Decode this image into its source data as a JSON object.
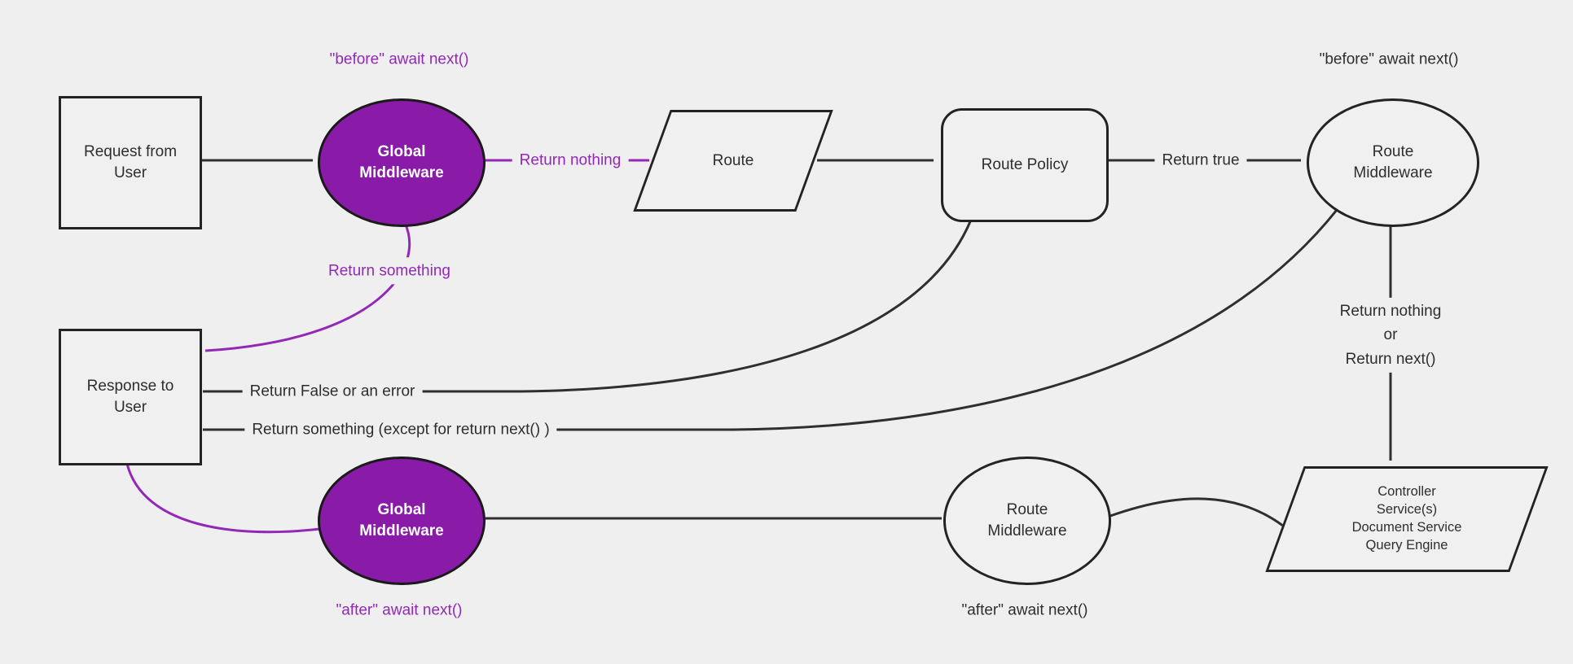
{
  "diagram": {
    "colors": {
      "background": "#efefef",
      "node_fill": "#f0f0f0",
      "node_border": "#232323",
      "edge_dark": "#2f2f2f",
      "purple_node_fill": "#8a1aa8",
      "purple_accent": "#9328b8",
      "purple_node_text": "#ffffff",
      "text": "#2e2e2e"
    },
    "nodes": {
      "request": {
        "label": "Request from User"
      },
      "global_middleware_top": {
        "label": "Global Middleware"
      },
      "route": {
        "label": "Route"
      },
      "route_policy": {
        "label": "Route Policy"
      },
      "route_middleware_top": {
        "label": "Route Middleware"
      },
      "controller": {
        "label": "Controller\nService(s)\nDocument Service\nQuery Engine"
      },
      "route_middleware_bottom": {
        "label": "Route Middleware"
      },
      "global_middleware_bottom": {
        "label": "Global Middleware"
      },
      "response": {
        "label": "Response to User"
      }
    },
    "edge_labels": {
      "before_await_next_left": "\"before\" await next()",
      "before_await_next_right": "\"before\" await next()",
      "return_nothing": "Return nothing",
      "return_true": "Return true",
      "return_nothing_or_next": "Return nothing\nor\nReturn next()",
      "return_something": "Return something",
      "return_false_or_error": "Return False or an error",
      "return_something_except": "Return something (except for return next() )",
      "after_await_next_mid": "\"after\" await next()",
      "after_await_next_left": "\"after\" await next()"
    }
  }
}
